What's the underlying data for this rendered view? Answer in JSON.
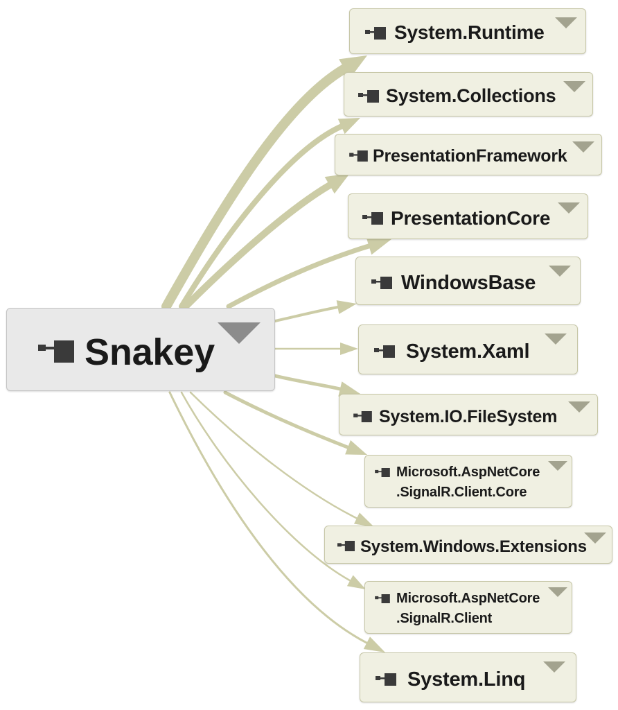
{
  "root": {
    "label": "Snakey"
  },
  "colors": {
    "edge": "#cccca6",
    "node_fill": "#f0f0e2",
    "node_border": "#c6c6a6",
    "root_fill": "#e9e9e9",
    "icon": "#3a3a3a",
    "caret": "#a3a38f"
  },
  "nodes": [
    {
      "label": "System.Runtime"
    },
    {
      "label": "System.Collections"
    },
    {
      "label": "PresentationFramework"
    },
    {
      "label": "PresentationCore"
    },
    {
      "label": "WindowsBase"
    },
    {
      "label": "System.Xaml"
    },
    {
      "label": "System.IO.FileSystem"
    },
    {
      "lines": [
        "Microsoft.AspNetCore",
        ".SignalR.Client.Core"
      ]
    },
    {
      "label": "System.Windows.Extensions"
    },
    {
      "lines": [
        "Microsoft.AspNetCore",
        ".SignalR.Client"
      ]
    },
    {
      "label": "System.Linq"
    }
  ]
}
